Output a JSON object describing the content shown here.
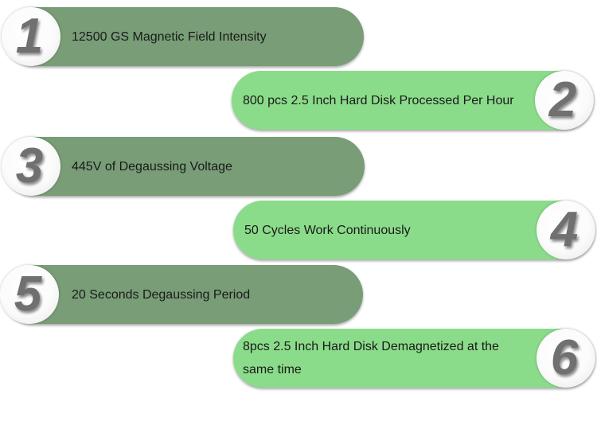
{
  "items": [
    {
      "number": "1",
      "text": "12500 GS Magnetic Field Intensity"
    },
    {
      "number": "2",
      "text": "800 pcs 2.5 Inch Hard Disk Processed Per Hour"
    },
    {
      "number": "3",
      "text": "445V of Degaussing Voltage"
    },
    {
      "number": "4",
      "text": "50 Cycles Work Continuously"
    },
    {
      "number": "5",
      "text": "20 Seconds Degaussing Period"
    },
    {
      "number": "6",
      "text": "8pcs 2.5 Inch Hard Disk Demagnetized at the same time"
    }
  ]
}
